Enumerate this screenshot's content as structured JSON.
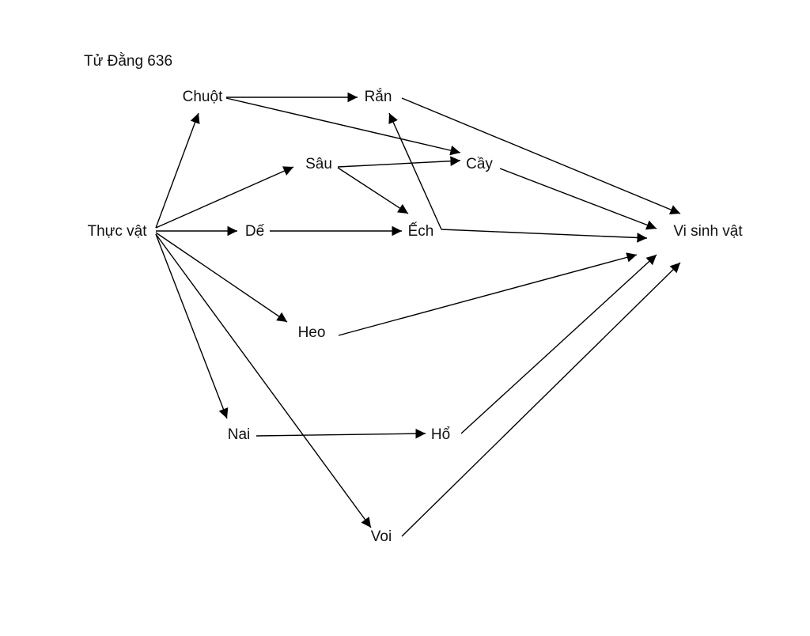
{
  "author": "Tử Đằng 636",
  "nodes": {
    "thuc_vat": "Thực vật",
    "chuot": "Chuột",
    "ran": "Rắn",
    "sau": "Sâu",
    "cay": "Cầy",
    "de": "Dế",
    "ech": "Ếch",
    "heo": "Heo",
    "nai": "Nai",
    "ho": "Hổ",
    "voi": "Voi",
    "vi_sinh_vat": "Vi sinh vật"
  },
  "edges": [
    {
      "from": "thuc_vat",
      "to": "chuot"
    },
    {
      "from": "thuc_vat",
      "to": "sau"
    },
    {
      "from": "thuc_vat",
      "to": "de"
    },
    {
      "from": "thuc_vat",
      "to": "heo"
    },
    {
      "from": "thuc_vat",
      "to": "nai"
    },
    {
      "from": "thuc_vat",
      "to": "voi"
    },
    {
      "from": "chuot",
      "to": "ran"
    },
    {
      "from": "chuot",
      "to": "cay"
    },
    {
      "from": "sau",
      "to": "cay"
    },
    {
      "from": "sau",
      "to": "ech"
    },
    {
      "from": "de",
      "to": "ech"
    },
    {
      "from": "ech",
      "to": "ran"
    },
    {
      "from": "ech",
      "to": "vi_sinh_vat"
    },
    {
      "from": "ran",
      "to": "vi_sinh_vat"
    },
    {
      "from": "cay",
      "to": "vi_sinh_vat"
    },
    {
      "from": "heo",
      "to": "vi_sinh_vat"
    },
    {
      "from": "nai",
      "to": "ho"
    },
    {
      "from": "ho",
      "to": "vi_sinh_vat"
    },
    {
      "from": "voi",
      "to": "vi_sinh_vat"
    }
  ]
}
